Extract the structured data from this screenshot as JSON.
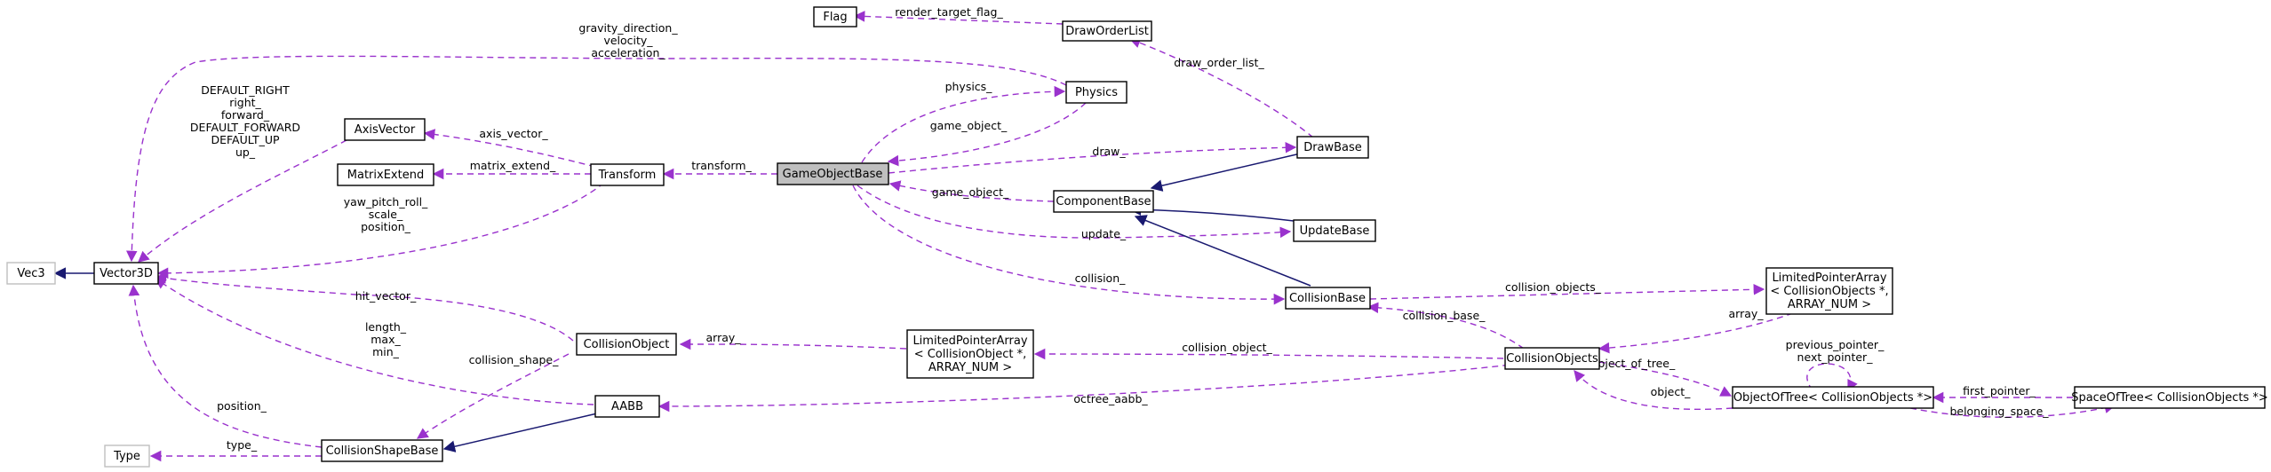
{
  "colors": {
    "usage": "#9a32cd",
    "inherit": "#191970",
    "highlight": "#bfbfbf"
  },
  "nodes": {
    "flag": "Flag",
    "draw_order_list": "DrawOrderList",
    "physics": "Physics",
    "axis_vector": "AxisVector",
    "matrix_extend": "MatrixExtend",
    "transform": "Transform",
    "game_object_base": "GameObjectBase",
    "draw_base": "DrawBase",
    "component_base": "ComponentBase",
    "update_base": "UpdateBase",
    "vec3": "Vec3",
    "vector3d": "Vector3D",
    "collision_base": "CollisionBase",
    "lpa_collision_objects": [
      "LimitedPointerArray",
      "< CollisionObjects *,",
      "ARRAY_NUM >"
    ],
    "collision_object": "CollisionObject",
    "lpa_collision_object": [
      "LimitedPointerArray",
      "< CollisionObject *,",
      "ARRAY_NUM >"
    ],
    "collision_objects": "CollisionObjects",
    "aabb": "AABB",
    "object_of_tree": "ObjectOfTree< CollisionObjects *>",
    "space_of_tree": "SpaceOfTree< CollisionObjects *>",
    "collision_shape_base": "CollisionShapeBase",
    "type": "Type"
  },
  "edges": {
    "render_target_flag": "render_target_flag_",
    "draw_order_list": "draw_order_list_",
    "gravity": [
      "gravity_direction_",
      "velocity_",
      "acceleration_"
    ],
    "physics": "physics_",
    "default_dirs": [
      "DEFAULT_RIGHT",
      "right_",
      "forward_",
      "DEFAULT_FORWARD",
      "DEFAULT_UP",
      "up_"
    ],
    "axis_vector": "axis_vector_",
    "game_object_physics": "game_object_",
    "draw": "draw_",
    "matrix_extend": "matrix_extend_",
    "transform": "transform_",
    "game_object_component": "game_object_",
    "yaw": [
      "yaw_pitch_roll_",
      "scale_",
      "position_"
    ],
    "update": "update_",
    "collision": "collision_",
    "collision_objects": "collision_objects_",
    "hit_vector": "hit_vector_",
    "array_objects": "array_",
    "collision_base": "collision_base_",
    "array_object": "array_",
    "length": [
      "length_",
      "max_",
      "min_"
    ],
    "collision_shape": "collision_shape_",
    "collision_object": "collision_object_",
    "previous_next": [
      "previous_pointer_",
      "next_pointer_"
    ],
    "object_of_tree": "object_of_tree_",
    "object": "object_",
    "first_pointer": "first_pointer_",
    "octree_aabb": "octree_aabb_",
    "belonging_space": "belonging_space_",
    "position": "position_",
    "type": "type_"
  }
}
